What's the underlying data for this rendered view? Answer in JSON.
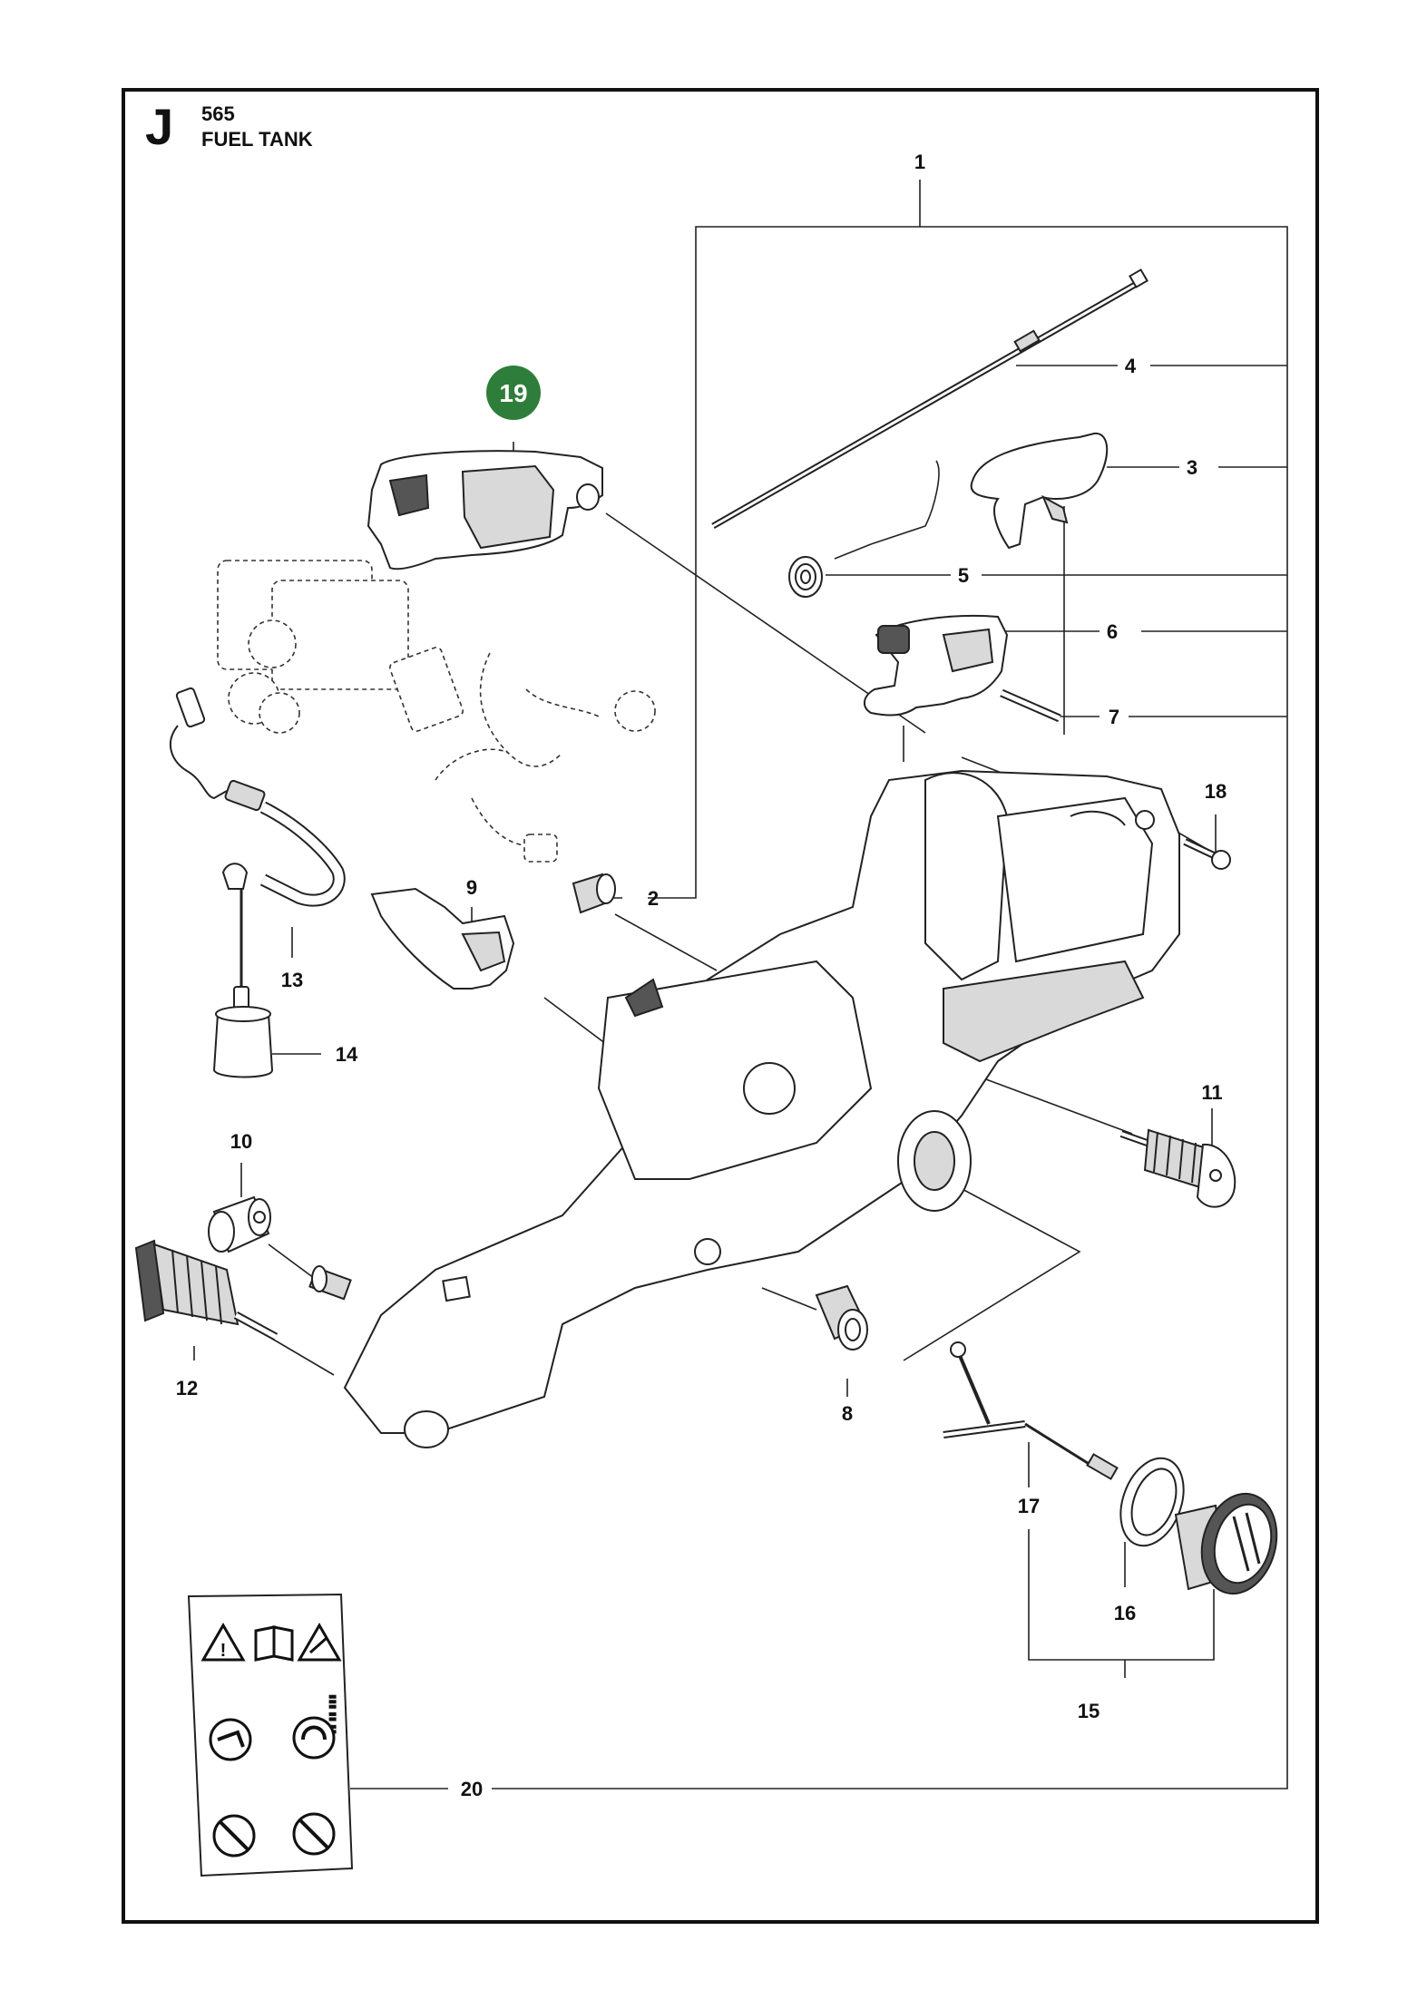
{
  "header": {
    "section_letter": "J",
    "model_number": "565",
    "section_title": "FUEL TANK"
  },
  "highlight": {
    "label": "19",
    "color": "#2f7d3a"
  },
  "callouts": {
    "c1": "1",
    "c2": "2",
    "c3": "3",
    "c4": "4",
    "c5": "5",
    "c6": "6",
    "c7": "7",
    "c8": "8",
    "c9": "9",
    "c10": "10",
    "c11": "11",
    "c12": "12",
    "c13": "13",
    "c14": "14",
    "c15": "15",
    "c16": "16",
    "c17": "17",
    "c18": "18",
    "c20": "20"
  },
  "decal": {
    "icons": [
      "warning-triangle-icon",
      "manual-book-icon",
      "kickback-warning-icon",
      "gloves-icon",
      "ear-eye-protection-icon",
      "no-one-hand-icon",
      "no-smoking-refuel-icon"
    ]
  }
}
